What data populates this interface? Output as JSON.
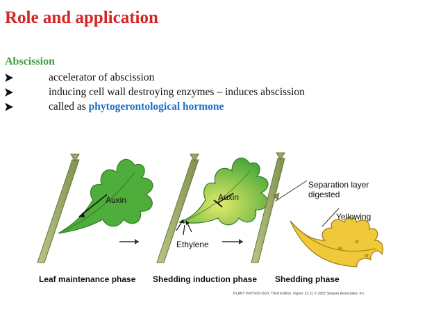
{
  "slide": {
    "title": "Role and application",
    "subheading": "Abscission",
    "bullets": [
      {
        "text": "accelerator of abscission"
      },
      {
        "text": "inducing cell wall destroying enzymes – induces abscission"
      },
      {
        "text_before": "called as ",
        "highlight": "phytogerontological hormone"
      }
    ]
  },
  "figure": {
    "labels": {
      "auxin_1": "Auxin",
      "auxin_2": "Auxin",
      "ethylene": "Ethylene",
      "separation_1": "Separation layer",
      "separation_2": "digested",
      "yellowing": "Yellowing"
    },
    "phases": [
      "Leaf maintenance phase",
      "Shedding induction phase",
      "Shedding phase"
    ],
    "credit": "PLANT PHYSIOLOGY, Third Edition, Figure 22.11  © 2002 Sinauer Associates, Inc."
  },
  "colors": {
    "title": "#d42525",
    "subheading": "#3f9d3f",
    "highlight": "#1e6fc8",
    "leaf_green": "#4fae3b",
    "leaf_light": "#c9df5c",
    "leaf_yellow": "#f0c93a"
  },
  "icons": {
    "bullet": "right-arrow-bullet-icon"
  }
}
